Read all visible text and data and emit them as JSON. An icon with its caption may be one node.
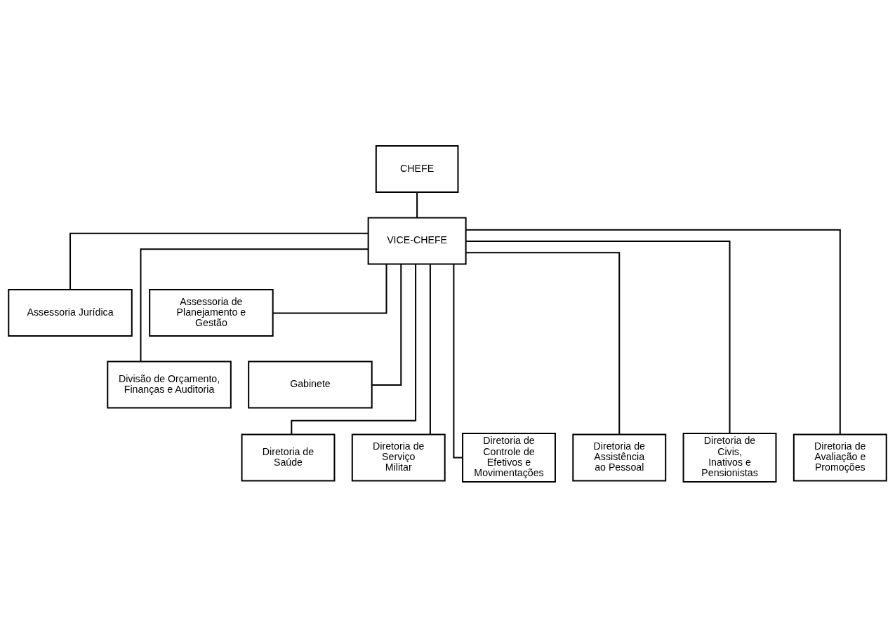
{
  "diagram": {
    "nodes": [
      {
        "text": [
          "CHEFE"
        ]
      },
      {
        "text": [
          "VICE-CHEFE"
        ]
      },
      {
        "text": [
          "Assessoria Jurídica"
        ]
      },
      {
        "text": [
          "Assessoria de Planejamento e Gestão"
        ]
      },
      {
        "text": [
          "Divisão de Orçamento, Finanças e Auditoria"
        ]
      },
      {
        "text": [
          "Gabinete"
        ]
      },
      {
        "text": [
          "Diretoria de Saúde"
        ]
      },
      {
        "text": [
          "Diretoria de Serviço Militar"
        ]
      },
      {
        "text": [
          "Diretoria de Controle de Efetivos e Movimentações"
        ]
      },
      {
        "text": [
          "Diretoria de Assistência ao Pessoal"
        ]
      },
      {
        "text": [
          "Diretoria de Civis, Inativos e Pensionistas"
        ]
      },
      {
        "text": [
          "Diretoria de Avaliação e Promoções"
        ]
      }
    ],
    "edges": [
      {
        "from": 0,
        "to": 1,
        "arrow": "none"
      },
      {
        "from": 1,
        "to": 2,
        "arrow": "none"
      },
      {
        "from": 1,
        "to": 3,
        "arrow": "none"
      },
      {
        "from": 1,
        "to": 4,
        "arrow": "none"
      },
      {
        "from": 1,
        "to": 5,
        "arrow": "none"
      },
      {
        "from": 1,
        "to": 6,
        "arrow": "none"
      },
      {
        "from": 1,
        "to": 7,
        "arrow": "none"
      },
      {
        "from": 1,
        "to": 8,
        "arrow": "none"
      },
      {
        "from": 1,
        "to": 9,
        "arrow": "none"
      },
      {
        "from": 1,
        "to": 10,
        "arrow": "none"
      },
      {
        "from": 1,
        "to": 11,
        "arrow": "none"
      }
    ]
  }
}
